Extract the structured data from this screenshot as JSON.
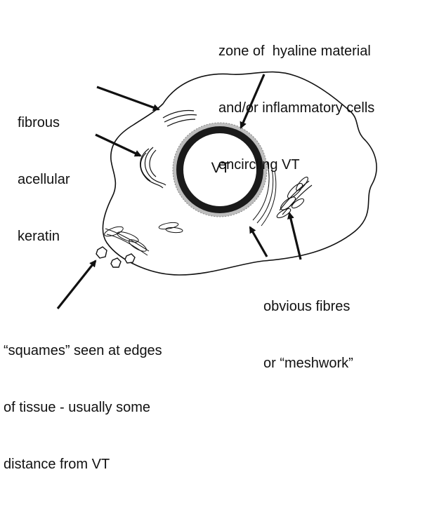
{
  "diagram": {
    "center_label": "VT",
    "annotations": {
      "top": [
        "zone of  hyaline material",
        "and/or inflammatory cells",
        "encircling VT"
      ],
      "left": [
        "fibrous",
        "acellular",
        "keratin"
      ],
      "bottom_right": [
        "obvious fibres",
        "or “meshwork”"
      ],
      "bottom_left": [
        "“squames” seen at edges",
        "of tissue - usually some",
        "distance from VT"
      ]
    },
    "colors": {
      "ink": "#111111",
      "ring": "#1a1a1a",
      "halo": "#bdbdbd"
    }
  }
}
